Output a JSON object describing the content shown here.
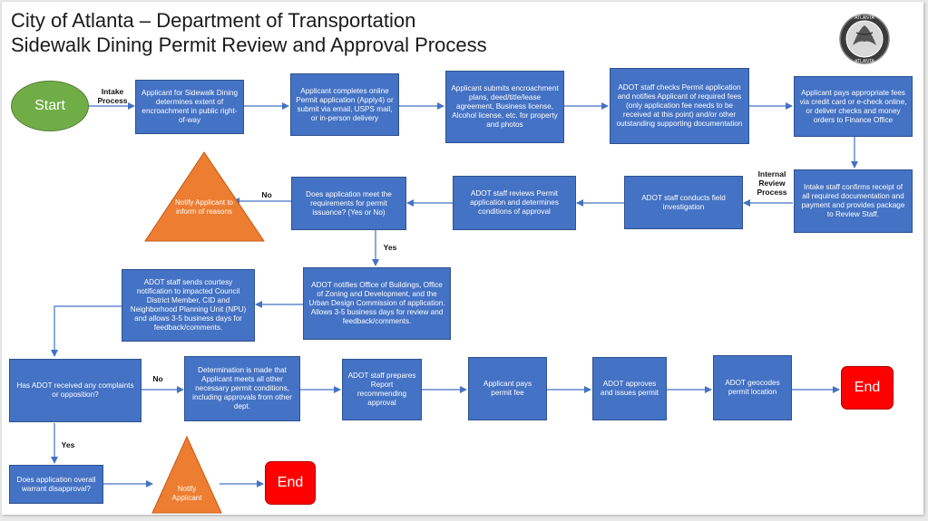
{
  "title": {
    "line1": "City of Atlanta – Department of Transportation",
    "line2": "Sidewalk Dining Permit Review and Approval Process"
  },
  "colors": {
    "box": "#4472c4",
    "start": "#70ad47",
    "end": "#ff0000",
    "notify": "#ed7d31",
    "arrow": "#4472c4"
  },
  "seal": {
    "top_text": "ATLANTA",
    "bottom_text": "ATLANTA"
  },
  "start": "Start",
  "labels": {
    "intake": "Intake Process",
    "internal": "Internal Review Process",
    "no1": "No",
    "yes1": "Yes",
    "no2": "No",
    "yes2": "Yes"
  },
  "steps": {
    "s1": "Applicant for Sidewalk Dining determines extent of encroachment in public right-of-way",
    "s2": "Applicant completes online Permit application (Apply4) or submit via email, USPS mail, or in-person delivery",
    "s3": "Applicant submits encroachment plans, deed/title/lease agreement, Business license, Alcohol license, etc. for property and photos",
    "s4": "ADOT staff checks Permit application and notifies Applicant of required fees (only application fee needs to be received at this point) and/or other outstanding supporting documentation",
    "s5": "Applicant pays appropriate fees via credit card or e-check online, or deliver checks and money orders to Finance Office",
    "s6": "Intake staff confirms receipt of all required documentation and payment and provides package to Review Staff.",
    "s7": "ADOT staff conducts field investigation",
    "s8": "ADOT staff reviews Permit application and determines conditions of approval",
    "s9": "Does application meet the requirements for permit issuance? (Yes or No)",
    "s10": "ADOT notifies Office of Buildings, Office of Zoning and Development, and the Urban Design Commission of application. Allows 3-5 business days for review and feedback/comments.",
    "s11": "ADOT staff sends courtesy notification to impacted Council District Member, CID and Neighborhood Planning Unit (NPU) and allows 3-5 business days for feedback/comments.",
    "s12": "Has ADOT received any complaints or opposition?",
    "s13": "Determination is made that Applicant meets all other necessary permit conditions, including approvals from other dept.",
    "s14": "ADOT staff prepares Report recommending approval",
    "s15": "Applicant pays permit fee",
    "s16": "ADOT approves and issues permit",
    "s17": "ADOT geocodes permit location",
    "s18": "Does application overall warrant disapproval?"
  },
  "notify1": "Notify Applicant to inform of reasons",
  "notify2": "Notify Applicant",
  "end1": "End",
  "end2": "End"
}
